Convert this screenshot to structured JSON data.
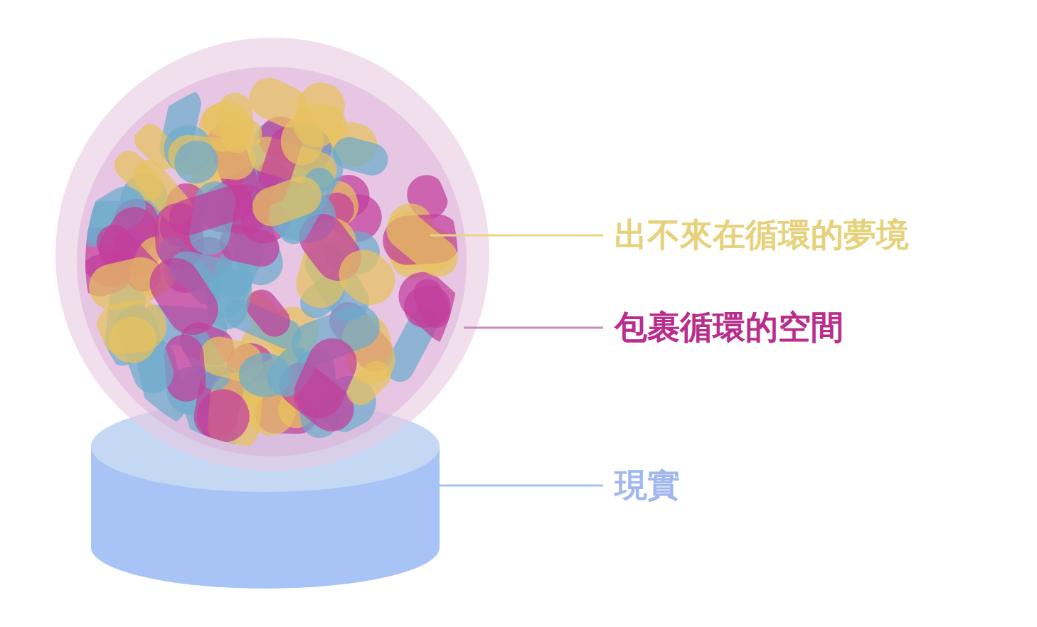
{
  "diagram": {
    "labels": [
      "出不來在循環的夢境",
      "包裹循環的空間",
      "現實"
    ]
  }
}
